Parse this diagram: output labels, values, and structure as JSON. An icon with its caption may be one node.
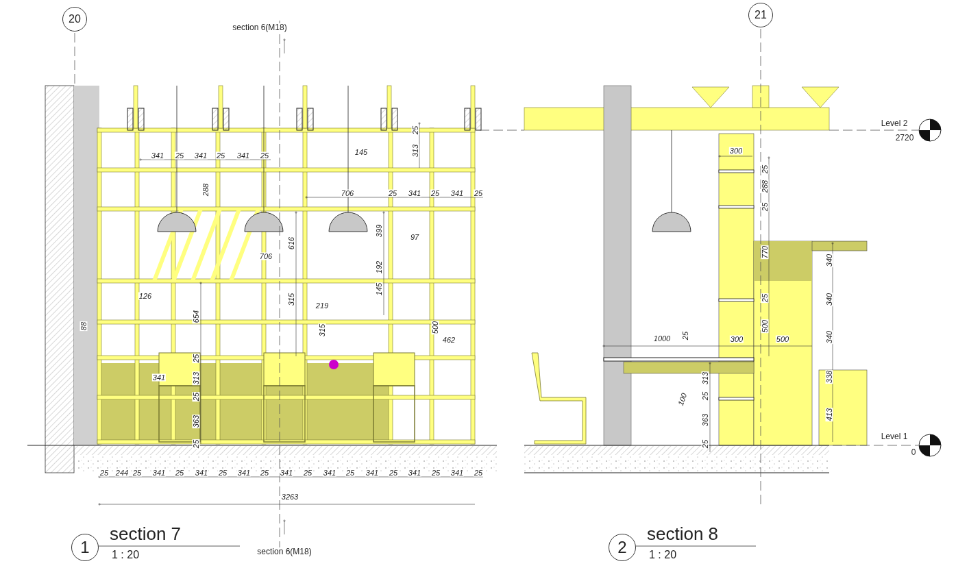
{
  "diagram": {
    "nodes": [
      {
        "text": [
          "20"
        ]
      },
      {
        "text": [
          "21"
        ]
      },
      {
        "text": [
          "1"
        ],
        "beside": [
          "section 7",
          "1 : 20"
        ]
      },
      {
        "text": [
          "2"
        ],
        "beside": [
          "section 8",
          "1 : 20"
        ]
      }
    ],
    "labels": [
      "section 6(M18)",
      "341",
      "25",
      "341",
      "25",
      "341",
      "25",
      "145",
      "25",
      "313",
      "288",
      "706",
      "25",
      "341",
      "25",
      "341",
      "25",
      "399",
      "616",
      "97",
      "706",
      "192",
      "145",
      "126",
      "315",
      "219",
      "88",
      "654",
      "500",
      "462",
      "315",
      "25",
      "341",
      "313",
      "25",
      "363",
      "25",
      "25",
      "244",
      "25",
      "341",
      "25",
      "341",
      "25",
      "341",
      "25",
      "341",
      "25",
      "341",
      "25",
      "341",
      "25",
      "341",
      "25",
      "341",
      "25",
      "3263",
      "section 6(M18)",
      "Level 2",
      "2720",
      "300",
      "25",
      "288",
      "25",
      "770",
      "340",
      "25",
      "340",
      "500",
      "340",
      "1000",
      "25",
      "300",
      "500",
      "313",
      "338",
      "25",
      "100",
      "363",
      "413",
      "25",
      "Level 1",
      "0"
    ]
  }
}
